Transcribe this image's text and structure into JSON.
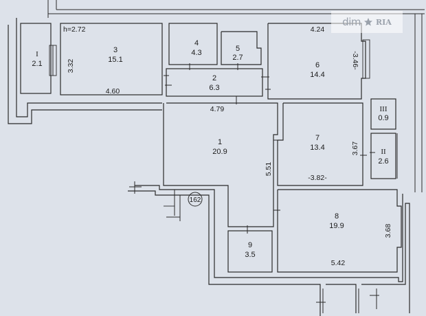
{
  "ceiling_height": "h=2.72",
  "rooms": [
    {
      "no": "1",
      "area": "20.9"
    },
    {
      "no": "2",
      "area": "6.3"
    },
    {
      "no": "3",
      "area": "15.1"
    },
    {
      "no": "4",
      "area": "4.3"
    },
    {
      "no": "5",
      "area": "2.7"
    },
    {
      "no": "6",
      "area": "14.4"
    },
    {
      "no": "7",
      "area": "13.4"
    },
    {
      "no": "8",
      "area": "19.9"
    },
    {
      "no": "9",
      "area": "3.5"
    },
    {
      "no": "I",
      "area": "2.1"
    },
    {
      "no": "II",
      "area": "2.6"
    },
    {
      "no": "III",
      "area": "0.9"
    }
  ],
  "dimensions": {
    "room3_height": "3.32",
    "room3_width": "4.60",
    "room6_width": "4.24",
    "room6_height": "-3.46-",
    "room1_width": "4.79",
    "room1_height": "5.51",
    "room7_height": "3.67",
    "room7_width": "-3.82-",
    "room8_height": "3.68",
    "room8_width": "5.42"
  },
  "marker": "162",
  "watermark": {
    "brand": "dim",
    "sub": "RIA",
    "icon": "star-icon"
  },
  "colors": {
    "paper": "#dde2ea",
    "ink": "#2a2a2a"
  }
}
